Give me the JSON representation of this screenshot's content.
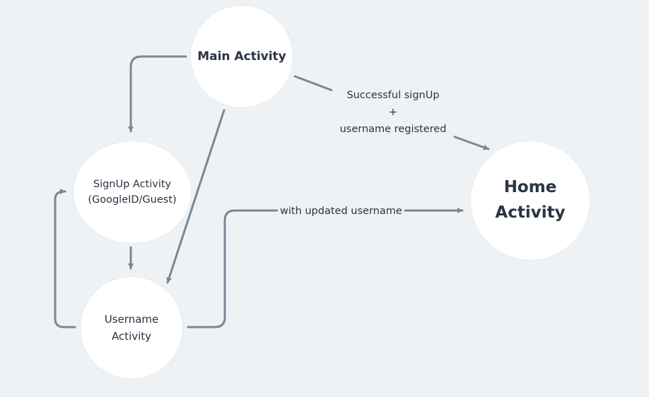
{
  "nodes": {
    "main": {
      "label": "Main Activity"
    },
    "signup": {
      "label": "SignUp Activity\n(GoogleID/Guest)"
    },
    "username": {
      "label": "Username\nActivity"
    },
    "home": {
      "label": "Home\nActivity"
    }
  },
  "edges": {
    "main_to_home": {
      "label": "Successful signUp\n+\nusername registered"
    },
    "username_to_home": {
      "label": "with updated username"
    }
  },
  "colors": {
    "background": "#eff2f5",
    "node_fill": "#ffffff",
    "edge": "#7a8796",
    "text": "#2a3442"
  }
}
